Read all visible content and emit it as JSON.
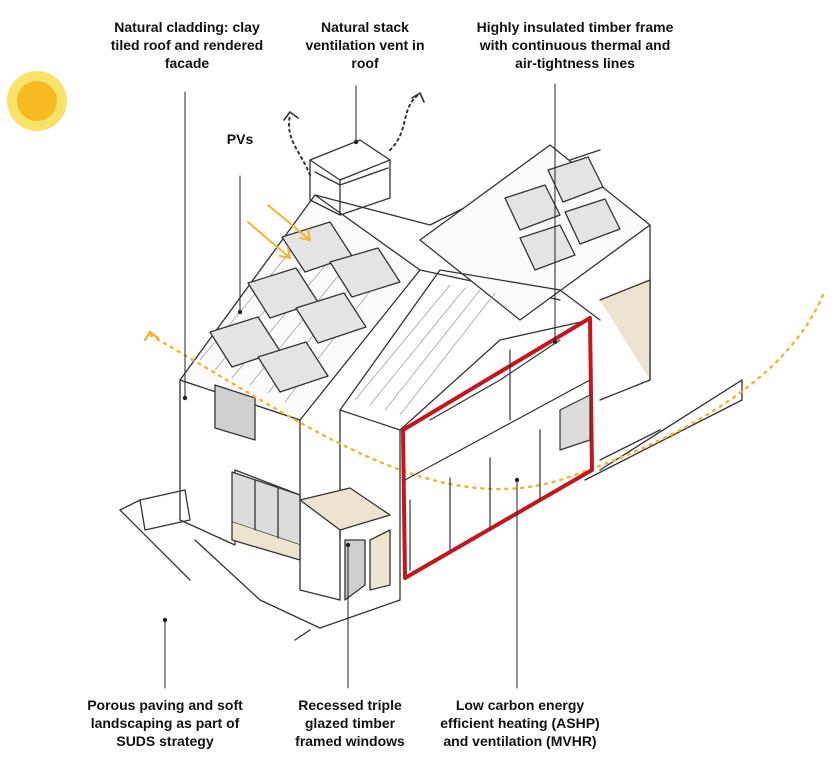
{
  "annotations": {
    "cladding": "Natural cladding: clay\ntiled roof and rendered\nfacade",
    "stack_vent": "Natural stack\nventilation vent in\nroof",
    "timber_frame": "Highly insulated timber frame\nwith continuous thermal and\nair-tightness lines",
    "pvs": "PVs",
    "paving": "Porous paving and soft\nlandscaping as part of\nSUDS strategy",
    "windows": "Recessed triple\nglazed timber\nframed windows",
    "heating": "Low carbon energy\nefficient heating (ASHP)\nand ventilation (MVHR)"
  },
  "colors": {
    "sun": "#F5B922",
    "sun_glow": "#F8E36A",
    "frame_highlight": "#C4161C",
    "pv_panel": "#E4E4E4",
    "timber": "#EDE4D0",
    "line": "#333333",
    "sun_path": "#F2B632"
  }
}
